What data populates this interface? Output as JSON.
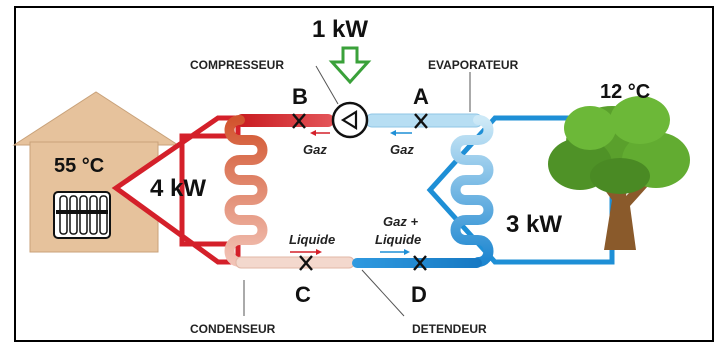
{
  "compressor_power": "1 kW",
  "heat_out_power": "4 kW",
  "heat_in_power": "3 kW",
  "house_temperature": "55 °C",
  "outside_temperature": "12 °C",
  "labels": {
    "compressor": "COMPRESSEUR",
    "evaporator": "EVAPORATEUR",
    "condenser": "CONDENSEUR",
    "expansion_valve": "DETENDEUR"
  },
  "points": {
    "a": "A",
    "b": "B",
    "c": "C",
    "d": "D"
  },
  "states": {
    "gas_b": "Gaz",
    "gas_a": "Gaz",
    "liquid_c": "Liquide",
    "gas_liquid_d_line1": "Gaz +",
    "gas_liquid_d_line2": "Liquide"
  },
  "colors": {
    "hot_red": "#d4202a",
    "cool_blue": "#1e8fd6",
    "light_blue": "#a9d7ef",
    "coil_pink": "#e6a28e",
    "compressor_arrow_green": "#3aa13a",
    "house_tan": "#e3b98d",
    "tree_green": "#5aa02c"
  }
}
